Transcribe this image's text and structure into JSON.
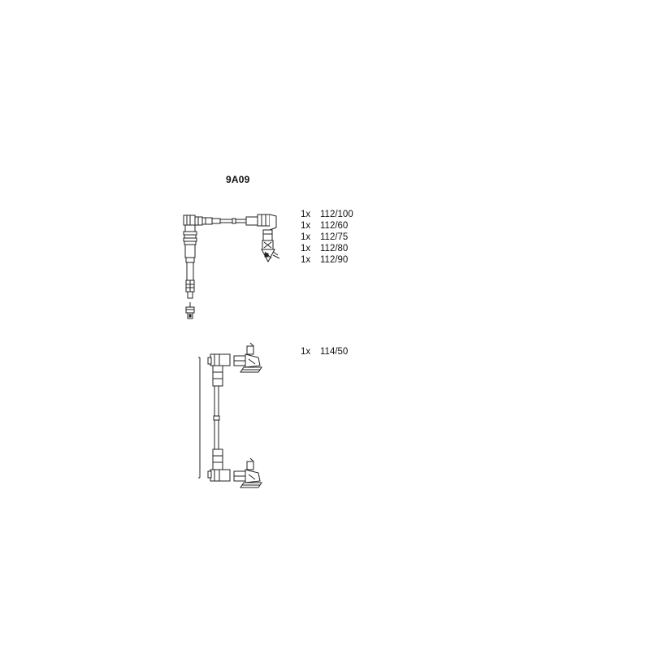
{
  "diagram": {
    "code": "9A09",
    "set_a": {
      "items": [
        {
          "qty": "1x",
          "part": "112/100"
        },
        {
          "qty": "1x",
          "part": "112/60"
        },
        {
          "qty": "1x",
          "part": "112/75"
        },
        {
          "qty": "1x",
          "part": "112/80"
        },
        {
          "qty": "1x",
          "part": "112/90"
        }
      ]
    },
    "set_b": {
      "items": [
        {
          "qty": "1x",
          "part": "114/50"
        }
      ]
    }
  }
}
